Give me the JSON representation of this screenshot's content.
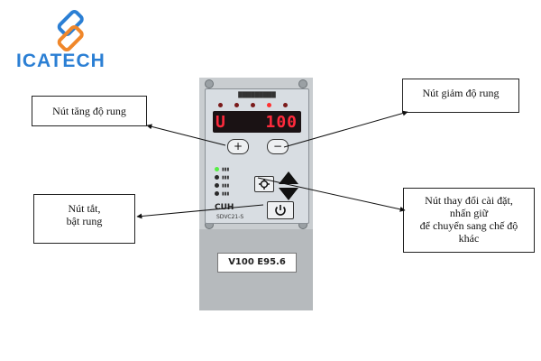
{
  "brand": {
    "logo_text": "ICATECH"
  },
  "callouts": {
    "increase": "Nút tăng độ rung",
    "decrease": "Nút giảm  độ rung",
    "power_line1": "Nút tắt,",
    "power_line2": "bật rung",
    "settings_line1": "Nút thay đổi cài đặt,",
    "settings_line2": "nhấn giữ",
    "settings_line3": "để chuyển sang chế độ",
    "settings_line4": "khác"
  },
  "device": {
    "display_left": "U",
    "display_right": "100",
    "label_plate": "V100 E95.6",
    "brand_mark": "CUH",
    "model": "SDVC21-S",
    "plus_symbol": "+",
    "minus_symbol": "−"
  },
  "colors": {
    "logo_blue": "#2b7fd4",
    "logo_orange": "#f0872a",
    "display_red": "#ff2a3c",
    "led_green": "#55ee44"
  }
}
